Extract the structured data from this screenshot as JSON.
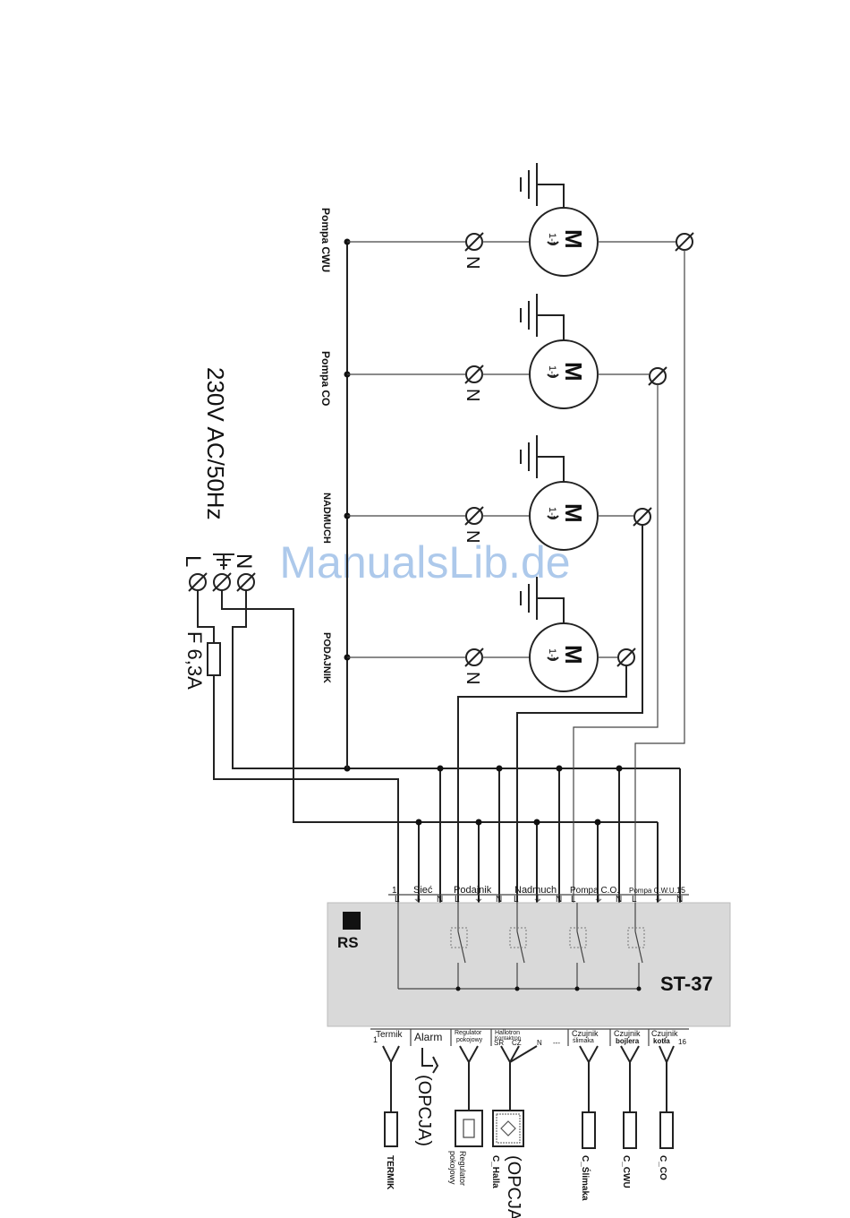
{
  "watermark": "ManualsLib.de",
  "supply": {
    "voltage_label": "230V AC/50Hz",
    "terminal_l": "L",
    "terminal_n": "N",
    "fuse_label": "F 6,3A"
  },
  "motors": [
    {
      "name": "Pompa CWU",
      "symbol": "M",
      "phase": "1-f",
      "n_label": "N"
    },
    {
      "name": "Pompa CO",
      "symbol": "M",
      "phase": "1-f",
      "n_label": "N"
    },
    {
      "name": "NADMUCH",
      "symbol": "M",
      "phase": "1-f",
      "n_label": "N"
    },
    {
      "name": "PODAJNIK",
      "symbol": "M",
      "phase": "1-f",
      "n_label": "N"
    }
  ],
  "controller": {
    "model": "ST-37",
    "rs_label": "RS",
    "top_terminals": {
      "pin_first": "1",
      "siec": "Sieć",
      "podajnik": "Podajnik",
      "nadmuch": "Nadmuch",
      "pompa_co": "Pompa C.O.",
      "pompa_cwu": "Pompa C.W.U.",
      "pin_last": "15",
      "pins": [
        "L",
        "⏚",
        "N",
        "L",
        "⏚",
        "N",
        "L",
        "⏚",
        "N",
        "L",
        "⏚",
        "N",
        "L",
        "⏚",
        "N"
      ]
    },
    "bottom_terminals": {
      "pin_first": "1",
      "termik": "Termik",
      "alarm": "Alarm",
      "regulator_1": "Regulator",
      "regulator_2": "pokojowy",
      "hallotron_1": "Hallotron",
      "hallotron_2": "Kontaktron",
      "hallotron_pins": [
        "SR",
        "CZ",
        "N"
      ],
      "blank": "---",
      "czujnik_slimaka_1": "Czujnik",
      "czujnik_slimaka_2": "ślimaka",
      "czujnik_bojlera_1": "Czujnik",
      "czujnik_bojlera_2": "bojlera",
      "czujnik_kotla_1": "Czujnik",
      "czujnik_kotla_2": "kotła",
      "pin_last": "16"
    }
  },
  "sensors": {
    "termik": "TERMIK",
    "opcja": "(OPCJA)",
    "regulator_1": "Regulator",
    "regulator_2": "pokojowy",
    "hall": "C_Halla",
    "slimaka": "C_Ślimaka",
    "cwu": "C_CWU",
    "co": "C_CO"
  }
}
